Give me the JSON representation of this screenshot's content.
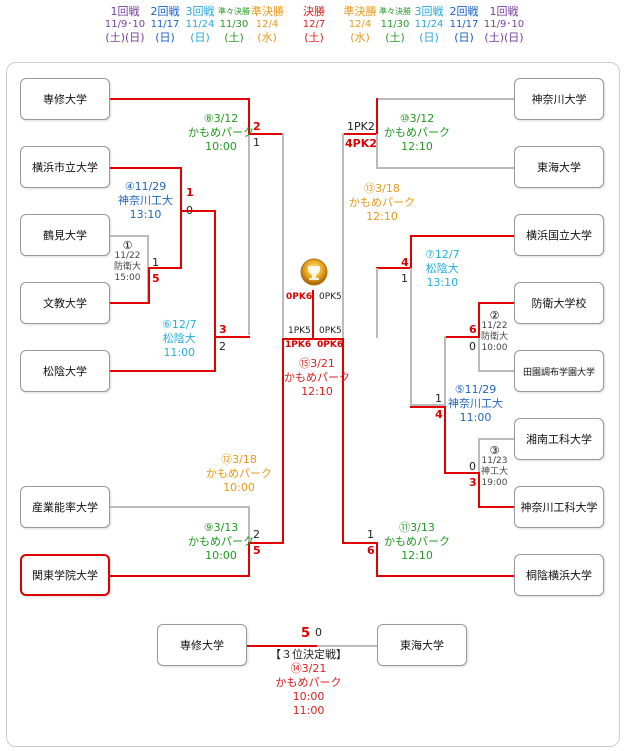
{
  "header": {
    "cols": [
      {
        "round": "1回戦",
        "date": "11/9･10",
        "day": "(土)(日)",
        "color": "#7a3f9a"
      },
      {
        "round": "2回戦",
        "date": "11/17",
        "day": "(日)",
        "color": "#1a5fc4"
      },
      {
        "round": "3回戦",
        "date": "11/24",
        "day": "(日)",
        "color": "#28a8d8"
      },
      {
        "round": "準々決勝",
        "date": "11/30",
        "day": "(土)",
        "color": "#2a9a2a"
      },
      {
        "round": "準決勝",
        "date": "12/4",
        "day": "(水)",
        "color": "#e69a1a"
      },
      {
        "round": "決勝",
        "date": "12/7",
        "day": "(土)",
        "color": "#dd2222"
      },
      {
        "round": "準決勝",
        "date": "12/4",
        "day": "(水)",
        "color": "#e69a1a"
      },
      {
        "round": "準々決勝",
        "date": "11/30",
        "day": "(土)",
        "color": "#2a9a2a"
      },
      {
        "round": "3回戦",
        "date": "11/24",
        "day": "(日)",
        "color": "#28a8d8"
      },
      {
        "round": "2回戦",
        "date": "11/17",
        "day": "(日)",
        "color": "#1a5fc4"
      },
      {
        "round": "1回戦",
        "date": "11/9･10",
        "day": "(土)(日)",
        "color": "#7a3f9a"
      }
    ]
  },
  "teams": {
    "senshu": "専修大学",
    "yokohama_shiritsu": "横浜市立大学",
    "tsurumi": "鶴見大学",
    "bunkyo": "文教大学",
    "shoin": "松陰大学",
    "sangyo": "産業能率大学",
    "kanto_gakuin": "関東学院大学",
    "kanagawa": "神奈川大学",
    "tokai": "東海大学",
    "yokohama_kokuritsu": "横浜国立大学",
    "boei": "防衛大学校",
    "denen": "田園調布学園大学",
    "shonan": "湘南工科大学",
    "kanagawa_koka": "神奈川工科大学",
    "toin": "桐陰横浜大学",
    "third_senshu": "専修大学",
    "third_tokai": "東海大学"
  },
  "matches": {
    "m1": {
      "no": "①",
      "date": "11/22",
      "venue": "防衛大",
      "time": "15:00"
    },
    "m2": {
      "no": "②",
      "date": "11/22",
      "venue": "防衛大",
      "time": "10:00"
    },
    "m3": {
      "no": "③",
      "date": "11/23",
      "venue": "神工大",
      "time": "19:00"
    },
    "m4": {
      "no": "④",
      "date": "11/29",
      "venue": "神奈川工大",
      "time": "13:10"
    },
    "m5": {
      "no": "⑤",
      "date": "11/29",
      "venue": "神奈川工大",
      "time": "11:00"
    },
    "m6": {
      "no": "⑥",
      "date": "12/7",
      "venue": "松陰大",
      "time": "11:00"
    },
    "m7": {
      "no": "⑦",
      "date": "12/7",
      "venue": "松陰大",
      "time": "13:10"
    },
    "m8": {
      "no": "⑧",
      "date": "3/12",
      "venue": "かもめパーク",
      "time": "10:00"
    },
    "m9": {
      "no": "⑨",
      "date": "3/13",
      "venue": "かもめパーク",
      "time": "10:00"
    },
    "m10": {
      "no": "⑩",
      "date": "3/12",
      "venue": "かもめパーク",
      "time": "12:10"
    },
    "m11": {
      "no": "⑪",
      "date": "3/13",
      "venue": "かもめパーク",
      "time": "12:10"
    },
    "m12": {
      "no": "⑫",
      "date": "3/18",
      "venue": "かもめパーク",
      "time": "10:00"
    },
    "m13": {
      "no": "⑬",
      "date": "3/18",
      "venue": "かもめパーク",
      "time": "12:10"
    },
    "m15": {
      "no": "⑮",
      "date": "3/21",
      "venue": "かもめパーク",
      "time": "12:10"
    },
    "m14": {
      "no": "⑭",
      "date": "3/21",
      "venue": "かもめパーク",
      "time1": "10:00",
      "time2": "11:00",
      "label": "【３位決定戦】"
    }
  },
  "scores": {
    "senshu": "2",
    "m8_lose": "1",
    "yokohama_shiritsu": "1",
    "tsurumi_r1": "1",
    "bunkyo_r1": "5",
    "m4_lose": "0",
    "shoin": "2",
    "m6_win": "3",
    "sangyo": "2",
    "kanto_gakuin": "5",
    "kanagawa": "1PK2",
    "tokai": "4PK2",
    "yokohama_kokuritsu": "4",
    "m7_lose": "1",
    "boei": "6",
    "denen": "0",
    "m5_top": "1",
    "m5_bot": "4",
    "shonan": "0",
    "kanagawa_koka": "3",
    "toin_l": "1",
    "toin_w": "6",
    "final_left_top": "0PK6",
    "final_right_top": "0PK5",
    "final_left_bot": "1PK5",
    "final_right_bot": "0PK5",
    "final_left_red": "1PK6",
    "final_right_red": "0PK6",
    "third_left": "5",
    "third_right": "0"
  }
}
